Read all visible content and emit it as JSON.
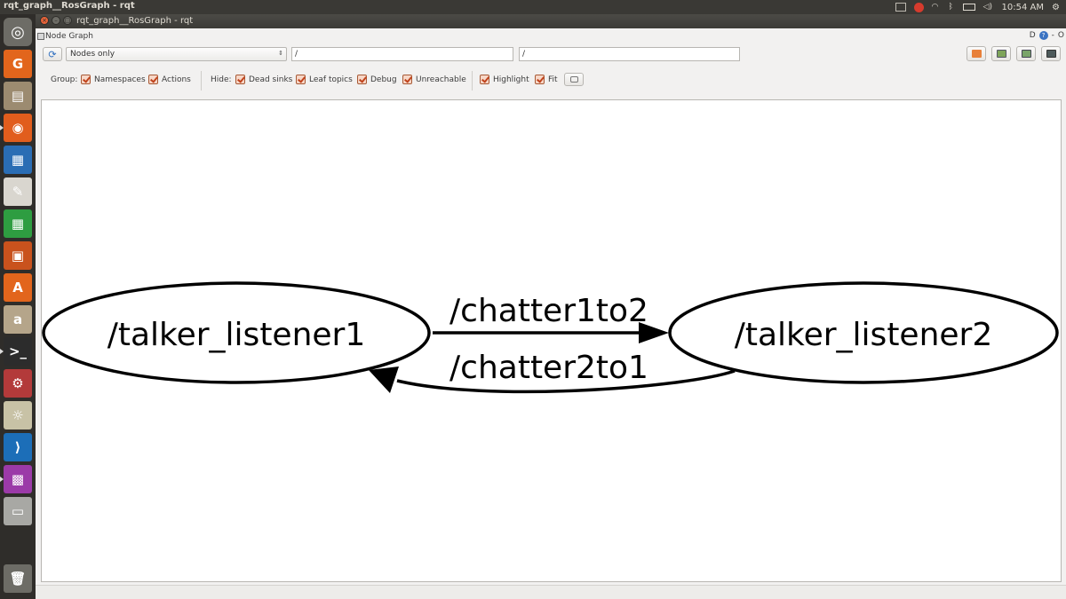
{
  "top_panel": {
    "window_title": "rqt_graph__RosGraph - rqt",
    "clock": "10:54 AM"
  },
  "launcher": {
    "items": [
      {
        "name": "dash-icon",
        "color": "#6d6c66",
        "glyph": "◎"
      },
      {
        "name": "pdf-editor-icon",
        "color": "#e2651c",
        "glyph": "G"
      },
      {
        "name": "files-icon",
        "color": "#9c8b70",
        "glyph": "▤"
      },
      {
        "name": "firefox-icon",
        "color": "#e15d1d",
        "glyph": "◉"
      },
      {
        "name": "writer-icon",
        "color": "#2a6db4",
        "glyph": "▦"
      },
      {
        "name": "text-editor-icon",
        "color": "#d9d6cf",
        "glyph": "✎"
      },
      {
        "name": "calc-icon",
        "color": "#2e9d41",
        "glyph": "▦"
      },
      {
        "name": "impress-icon",
        "color": "#c9521d",
        "glyph": "▣"
      },
      {
        "name": "software-center-icon",
        "color": "#e2651c",
        "glyph": "A"
      },
      {
        "name": "amazon-icon",
        "color": "#b5a58a",
        "glyph": "a"
      },
      {
        "name": "terminal-icon",
        "color": "#2c2c2c",
        "glyph": ">_"
      },
      {
        "name": "settings-icon",
        "color": "#b33a3a",
        "glyph": "⚙"
      },
      {
        "name": "brightness-icon",
        "color": "#c8c2a6",
        "glyph": "☼"
      },
      {
        "name": "vscode-icon",
        "color": "#1c6eb8",
        "glyph": "⟩"
      },
      {
        "name": "workspaces-icon",
        "color": "#9b3aa8",
        "glyph": "▩"
      },
      {
        "name": "drive-icon",
        "color": "#a8a8a4",
        "glyph": "▭"
      },
      {
        "name": "trash-icon",
        "color": "#6d6c66",
        "glyph": "🗑"
      }
    ]
  },
  "window": {
    "title": "rqt_graph__RosGraph - rqt",
    "plugin_name": "Node Graph",
    "plugin_buttons": [
      "D",
      "?",
      "-",
      "O"
    ]
  },
  "toolbar": {
    "graph_type": "Nodes only",
    "node_filter": "/",
    "topic_filter": "/",
    "group_label": "Group:",
    "hide_label": "Hide:",
    "checkboxes": {
      "namespaces": "Namespaces",
      "actions": "Actions",
      "dead_sinks": "Dead sinks",
      "leaf_topics": "Leaf topics",
      "debug": "Debug",
      "unreachable": "Unreachable",
      "highlight": "Highlight",
      "fit": "Fit"
    }
  },
  "graph": {
    "nodes": {
      "left": "/talker_listener1",
      "right": "/talker_listener2"
    },
    "edges": {
      "forward": "/chatter1to2",
      "backward": "/chatter2to1"
    }
  }
}
